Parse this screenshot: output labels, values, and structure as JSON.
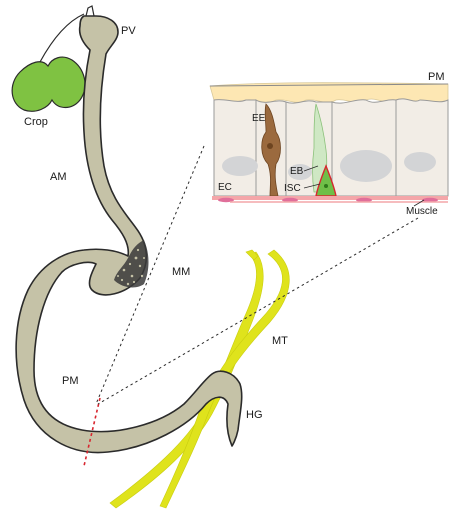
{
  "figure": {
    "labels": {
      "pv": "PV",
      "crop": "Crop",
      "am": "AM",
      "mm": "MM",
      "pm_gut": "PM",
      "mt": "MT",
      "hg": "HG",
      "pm_inset": "PM",
      "ee": "EE",
      "eb": "EB",
      "isc": "ISC",
      "ec": "EC",
      "muscle": "Muscle"
    },
    "colors": {
      "gut_fill": "#c5c2a7",
      "gut_stroke": "#2b2b2b",
      "crop_fill": "#7fc242",
      "tubule_fill": "#dfe31c",
      "membrane_fill": "#fde7b3",
      "cell_fill": "#f2ede6",
      "nucleus_fill": "#d3d4d6",
      "ee_fill": "#9b6a3e",
      "eb_fill": "#cfe8c4",
      "isc_fill": "#6fbf48",
      "isc_outline": "#d8262f",
      "muscle_fill": "#f4a6a9",
      "cut_line": "#d8262f"
    }
  }
}
